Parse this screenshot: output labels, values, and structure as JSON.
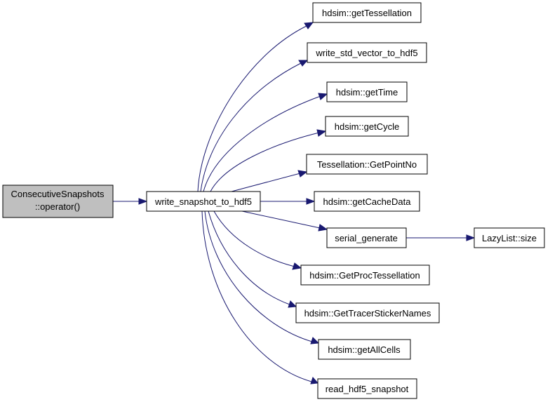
{
  "colors": {
    "root_fill": "#bfbfbf",
    "node_fill": "#ffffff",
    "edge": "#191970"
  },
  "graph": {
    "root": {
      "line1": "ConsecutiveSnapshots",
      "line2": "::operator()"
    },
    "main": {
      "label": "write_snapshot_to_hdf5"
    },
    "callees": [
      {
        "id": "get-tessellation",
        "label": "hdsim::getTessellation"
      },
      {
        "id": "write-std-vector",
        "label": "write_std_vector_to_hdf5"
      },
      {
        "id": "get-time",
        "label": "hdsim::getTime"
      },
      {
        "id": "get-cycle",
        "label": "hdsim::getCycle"
      },
      {
        "id": "get-point-no",
        "label": "Tessellation::GetPointNo"
      },
      {
        "id": "get-cache-data",
        "label": "hdsim::getCacheData"
      },
      {
        "id": "serial-generate",
        "label": "serial_generate"
      },
      {
        "id": "get-proc-tessellation",
        "label": "hdsim::GetProcTessellation"
      },
      {
        "id": "get-tracer-sticker-names",
        "label": "hdsim::GetTracerStickerNames"
      },
      {
        "id": "get-all-cells",
        "label": "hdsim::getAllCells"
      },
      {
        "id": "read-hdf5-snapshot",
        "label": "read_hdf5_snapshot"
      }
    ],
    "leaf": {
      "label": "LazyList::size"
    }
  }
}
